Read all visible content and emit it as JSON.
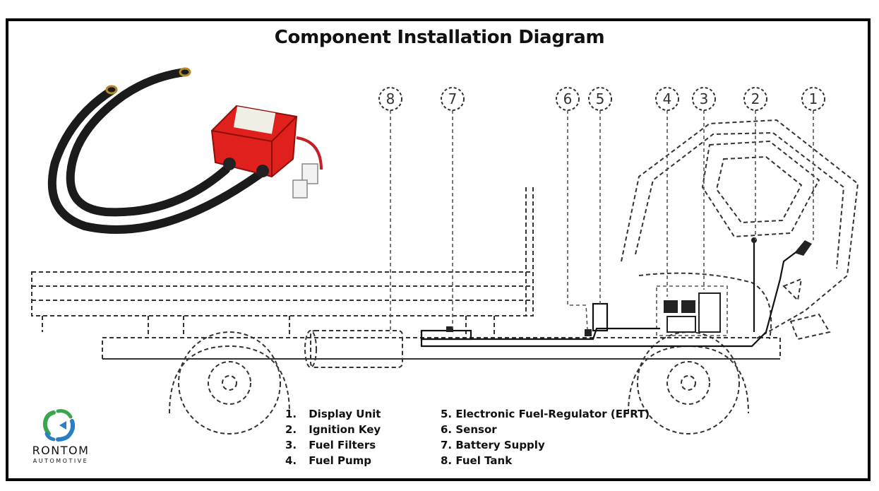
{
  "title": "Component Installation Diagram",
  "callouts": [
    "8",
    "7",
    "6",
    "5",
    "4",
    "3",
    "2",
    "1"
  ],
  "legend_left": [
    {
      "num": "1.",
      "label": "Display Unit"
    },
    {
      "num": "2.",
      "label": "Ignition Key"
    },
    {
      "num": "3.",
      "label": "Fuel Filters"
    },
    {
      "num": "4.",
      "label": "Fuel Pump"
    }
  ],
  "legend_right": [
    {
      "num": "5.",
      "label": "Electronic Fuel-Regulator (EFRT)"
    },
    {
      "num": "6.",
      "label": "Sensor"
    },
    {
      "num": "7.",
      "label": "Battery Supply"
    },
    {
      "num": "8.",
      "label": "Fuel Tank"
    }
  ],
  "brand": {
    "name": "RONTOM",
    "tagline": "AUTOMOTIVE"
  },
  "colors": {
    "regulator_red": "#e0201c",
    "hose": "#1b1b1b",
    "logo_green": "#3aa54a",
    "logo_blue": "#2a7fc4"
  }
}
